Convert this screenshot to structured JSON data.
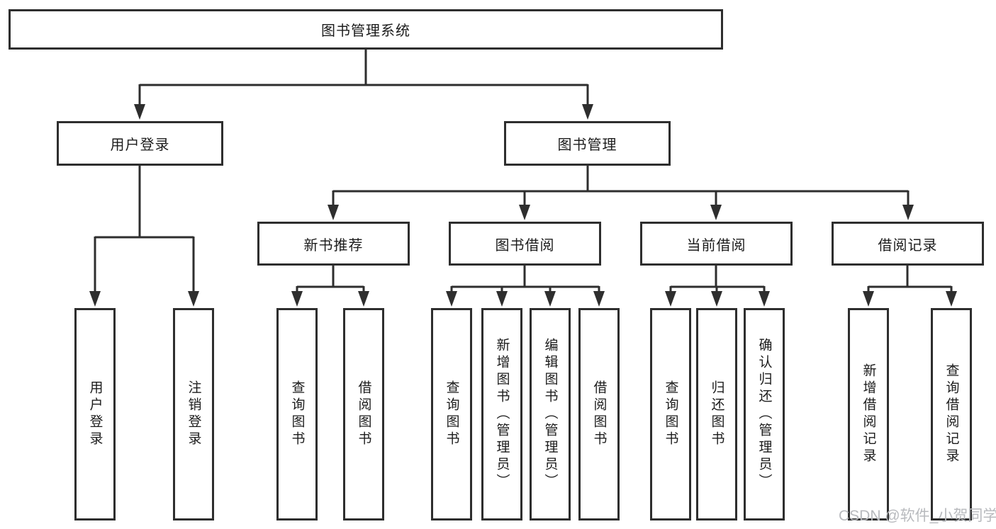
{
  "diagram": {
    "root": {
      "label": "图书管理系统"
    },
    "branches": [
      {
        "label": "用户登录",
        "children": [
          {
            "label": "用户登录"
          },
          {
            "label": "注销登录"
          }
        ]
      },
      {
        "label": "图书管理",
        "children": [
          {
            "label": "新书推荐",
            "children": [
              {
                "label": "查询图书"
              },
              {
                "label": "借阅图书"
              }
            ]
          },
          {
            "label": "图书借阅",
            "children": [
              {
                "label": "查询图书"
              },
              {
                "label": "新增图书（管理员）"
              },
              {
                "label": "编辑图书（管理员）"
              },
              {
                "label": "借阅图书"
              }
            ]
          },
          {
            "label": "当前借阅",
            "children": [
              {
                "label": "查询图书"
              },
              {
                "label": "归还图书"
              },
              {
                "label": "确认归还（管理员）"
              }
            ]
          },
          {
            "label": "借阅记录",
            "children": [
              {
                "label": "新增借阅记录"
              },
              {
                "label": "查询借阅记录"
              }
            ]
          }
        ]
      }
    ]
  },
  "watermark": {
    "text": "CSDN @软件_小贺同学"
  },
  "colors": {
    "line": "#2e2e2e",
    "box_border": "#2e2e2e",
    "text": "#1c1c1c",
    "background": "#ffffff",
    "watermark": "#b8babe"
  }
}
